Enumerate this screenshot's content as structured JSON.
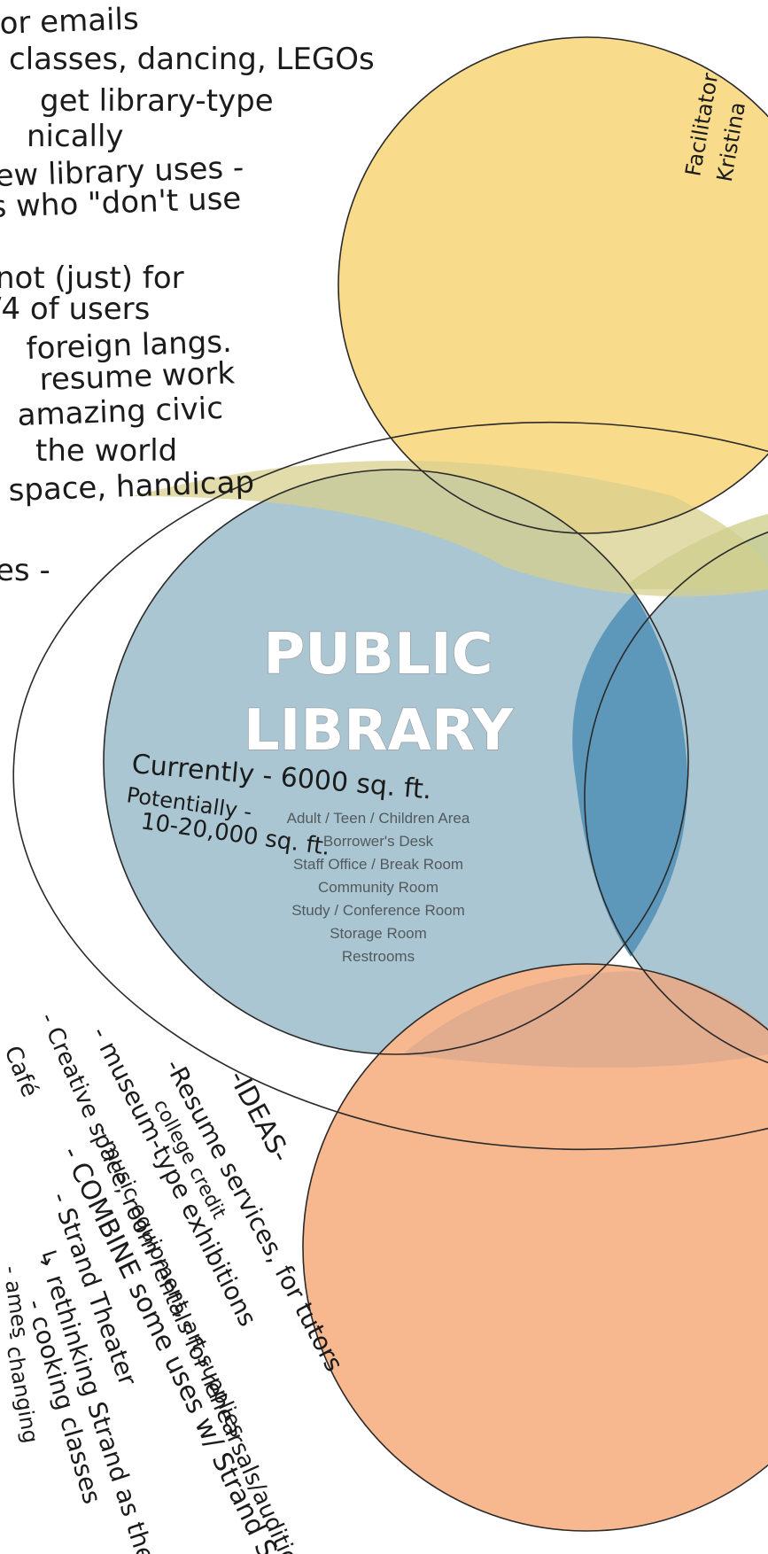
{
  "colors": {
    "yellow_circle": "#f9dc8b",
    "blue_circle": "#a9c6d2",
    "orange_circle": "#f7b88f",
    "overlap_blue_yellow": "#d8cf8e",
    "lens_dark_blue": "#5d98ba",
    "outline": "#2a2a2a",
    "ink": "#1b1b1b",
    "title_fill": "#ffffff",
    "room_text": "#53595d"
  },
  "notes_top": [
    "or emails",
    "classes, dancing, LEGOs",
    "get library-type",
    "nically",
    "ew library uses -",
    "s who \"don't use",
    "not (just) for",
    "/4 of users",
    "foreign langs.",
    "resume work",
    "amazing civic",
    "the world",
    "space, handicap",
    "es -"
  ],
  "corner_note": [
    "Facilitator",
    "Kristina"
  ],
  "title": {
    "line1": "PUBLIC",
    "line2": "LIBRARY"
  },
  "size_note": {
    "current": "Currently - 6000 sq. ft.",
    "potential_1": "Potentially -",
    "potential_2": "10-20,000 sq. ft."
  },
  "rooms": [
    "Adult / Teen / Children Area",
    "Borrower's Desk",
    "Staff Office / Break Room",
    "Community Room",
    "Study / Conference Room",
    "Storage Room",
    "Restrooms"
  ],
  "ideas": [
    "-IDEAS-",
    "-Resume services, for tutors",
    "college credit",
    "- museum-type exhibitions",
    "- Creative space, room rentals for rehearsals/auditions",
    "- music equipment, art supplies",
    "- COMBINE some uses w/ Strand Sp",
    "- Strand Theater",
    "↳ rethinking Strand as theat",
    "- cooking classes",
    "Café",
    "- changing",
    "- ames"
  ]
}
